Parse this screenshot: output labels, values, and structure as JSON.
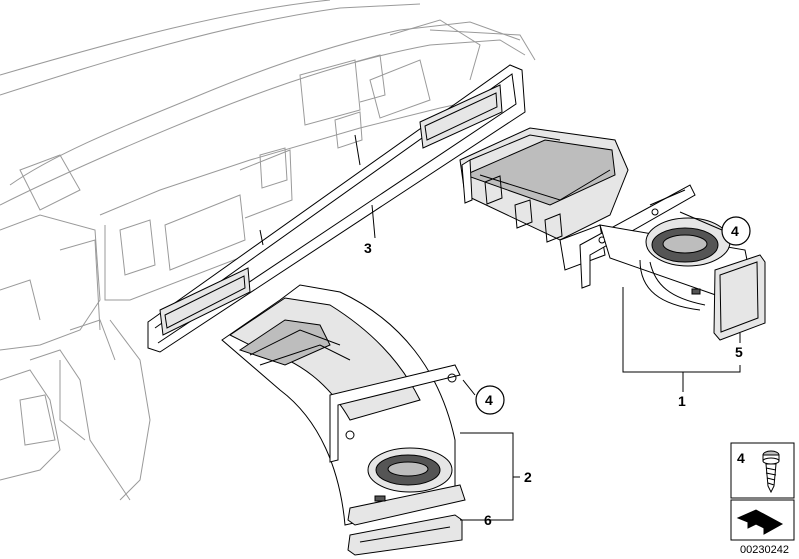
{
  "callouts": {
    "part_1": "1",
    "part_2": "2",
    "part_3": "3",
    "part_4_upper": "4",
    "part_4_lower": "4",
    "part_5": "5",
    "part_6": "6"
  },
  "legend": {
    "item_number": "4"
  },
  "diagram_id": "00230242"
}
